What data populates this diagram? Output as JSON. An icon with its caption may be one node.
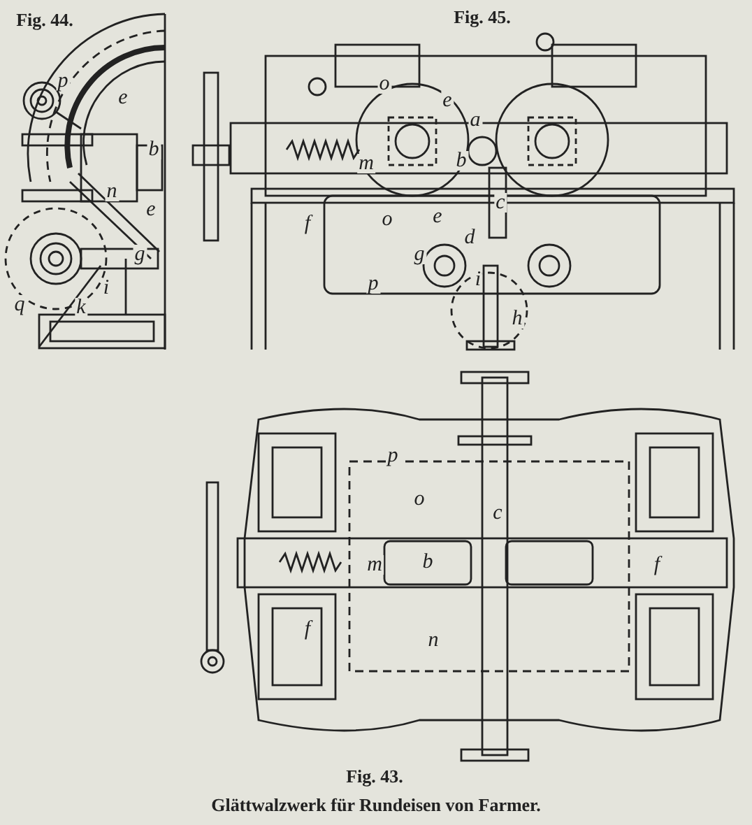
{
  "diagram": {
    "caption": "Glättwalzwerk für Rundeisen von Farmer.",
    "labels": [
      "Fig. 44.",
      "Fig. 45.",
      "p",
      "e",
      "b",
      "n",
      "e",
      "g",
      "i",
      "q",
      "k",
      "o",
      "e",
      "a",
      "b",
      "m",
      "f",
      "o",
      "e",
      "c",
      "d",
      "g",
      "p",
      "i",
      "h",
      "Fig. 43.",
      "p",
      "o",
      "c",
      "b",
      "m",
      "f",
      "f",
      "n"
    ]
  }
}
